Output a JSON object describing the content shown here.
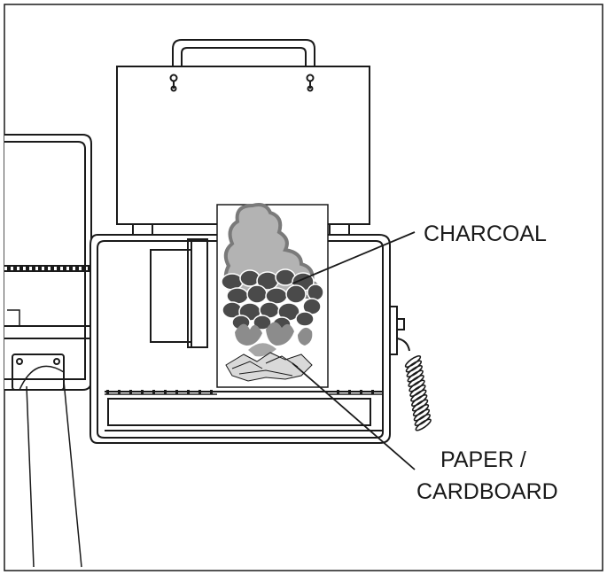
{
  "diagram": {
    "labels": {
      "charcoal": "CHARCOAL",
      "paper_line1": "PAPER /",
      "paper_line2": "CARDBOARD"
    }
  },
  "colors": {
    "line": "#1a1a1a",
    "smoke": "#b3b3b3",
    "charcoal": "#4a4a4a",
    "flame": "#8c8c8c",
    "paper": "#d9d9d9"
  }
}
